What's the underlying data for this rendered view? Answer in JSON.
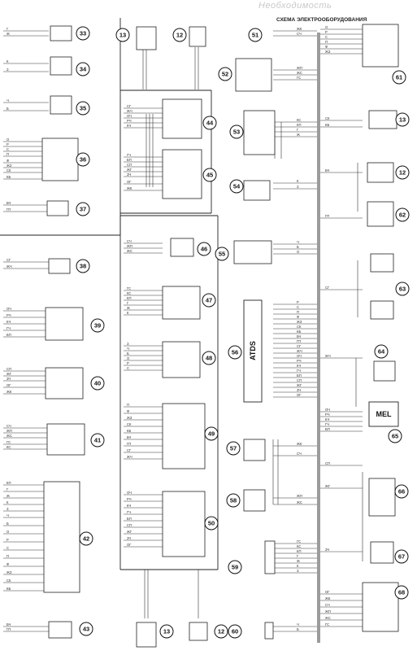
{
  "watermark": "Необходимость",
  "title": "СХЕМА ЭЛЕКТРООБОРУДОВАНИЯ",
  "atds_label": "ATDS",
  "mel_label": "MEL",
  "components": {
    "left": [
      "33",
      "34",
      "35",
      "36",
      "37",
      "38",
      "39",
      "40",
      "41",
      "42",
      "43"
    ],
    "center": [
      "13",
      "12",
      "44",
      "45",
      "46",
      "47",
      "48",
      "49",
      "50",
      "13",
      "12"
    ],
    "mid": [
      "51",
      "52",
      "53",
      "54",
      "55",
      "56",
      "57",
      "58",
      "59",
      "60"
    ],
    "right": [
      "61",
      "13",
      "12",
      "62",
      "63",
      "64",
      "65",
      "66",
      "67",
      "68"
    ]
  },
  "wire_codes": [
    "Г",
    "Ж",
    "К",
    "З",
    "Ч",
    "Б",
    "О",
    "Р",
    "С",
    "П",
    "Ф",
    "ЖЗ",
    "СК",
    "КБ",
    "БЧ",
    "ГП",
    "СГ",
    "ЖЧ",
    "ОЧ",
    "РЧ",
    "КЧ",
    "ГЧ",
    "БП",
    "СП",
    "ЖГ",
    "ЗЧ",
    "ОГ",
    "ЖК",
    "СЧ",
    "ЖП",
    "ЖС",
    "ГС",
    "КС",
    "КП"
  ]
}
